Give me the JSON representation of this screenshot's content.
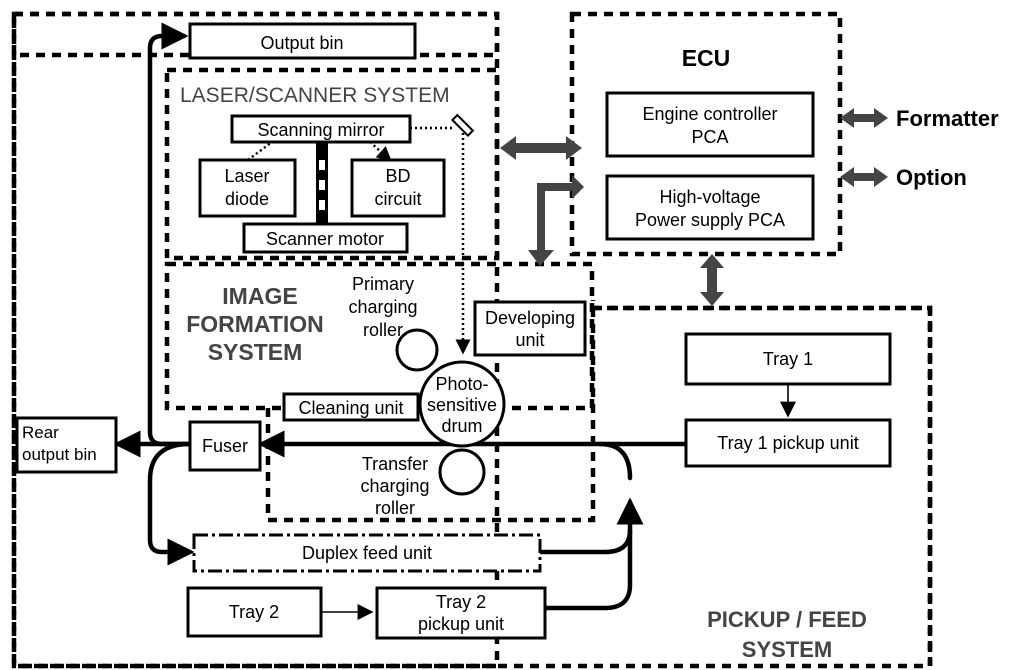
{
  "systems": {
    "laser_scanner": "LASER/SCANNER SYSTEM",
    "image_formation": [
      "IMAGE",
      "FORMATION",
      "SYSTEM"
    ],
    "pickup_feed": [
      "PICKUP / FEED",
      "SYSTEM"
    ],
    "ecu": "ECU"
  },
  "components": {
    "output_bin": "Output bin",
    "scanning_mirror": "Scanning mirror",
    "laser_diode": [
      "Laser",
      "diode"
    ],
    "bd_circuit": [
      "BD",
      "circuit"
    ],
    "scanner_motor": "Scanner motor",
    "primary_charging_roller": [
      "Primary",
      "charging",
      "roller"
    ],
    "developing_unit": [
      "Developing",
      "unit"
    ],
    "photosensitive_drum": [
      "Photo-",
      "sensitive",
      "drum"
    ],
    "cleaning_unit": "Cleaning unit",
    "transfer_charging_roller": [
      "Transfer",
      "charging",
      "roller"
    ],
    "fuser": "Fuser",
    "rear_output_bin": [
      "Rear",
      "output bin"
    ],
    "duplex_feed_unit": "Duplex feed unit",
    "tray2": "Tray 2",
    "tray2_pickup_unit": [
      "Tray 2",
      "pickup unit"
    ],
    "tray1": "Tray 1",
    "tray1_pickup_unit": "Tray 1 pickup unit",
    "engine_controller_pca": [
      "Engine controller",
      "PCA"
    ],
    "hv_power_supply_pca": [
      "High-voltage",
      "Power supply PCA"
    ]
  },
  "external": {
    "formatter": "Formatter",
    "option": "Option"
  }
}
